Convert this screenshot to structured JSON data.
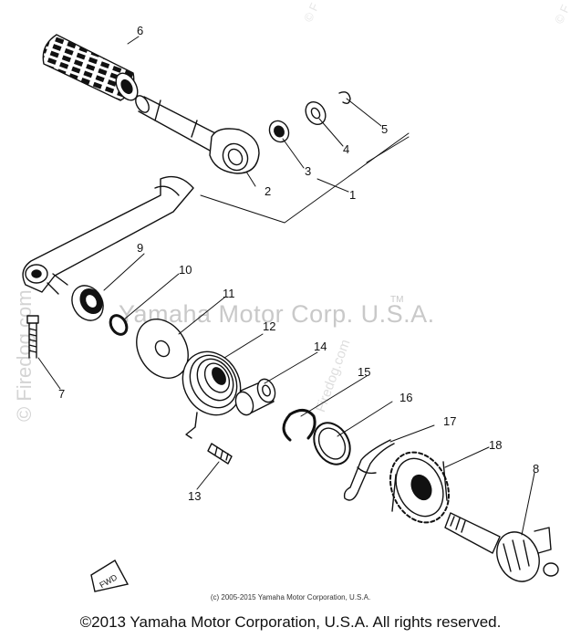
{
  "watermarks": {
    "main": "Yamaha Motor Corp. U.S.A.",
    "tm": "TM",
    "side_left": "© Firedog.com",
    "side_center": "Firedog.com",
    "corner_1": "© F",
    "corner_2": "© F"
  },
  "copyright": {
    "small": "(c) 2005-2015 Yamaha Motor Corporation, U.S.A.",
    "main": "©2013 Yamaha Motor Corporation, U.S.A. All rights reserved."
  },
  "fwd_label": "FWD",
  "callouts": [
    "1",
    "2",
    "3",
    "4",
    "5",
    "6",
    "7",
    "8",
    "9",
    "10",
    "11",
    "12",
    "13",
    "14",
    "15",
    "16",
    "17",
    "18"
  ]
}
